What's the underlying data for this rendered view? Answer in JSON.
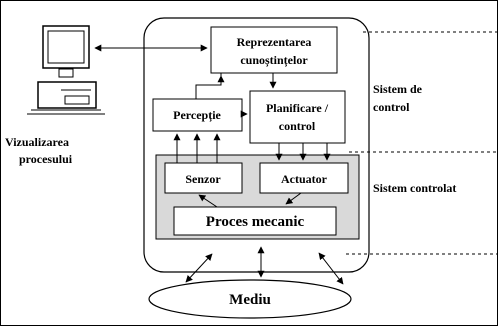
{
  "colors": {
    "stroke": "#000000",
    "controlled_region_fill": "#d9d9d9",
    "box_fill": "#ffffff",
    "background": "#ffffff"
  },
  "labels": {
    "knowledge_line1": "Reprezentarea",
    "knowledge_line2": "cunoștințelor",
    "perception": "Percepție",
    "planning_line1": "Planificare /",
    "planning_line2": "control",
    "sensor": "Senzor",
    "actuator": "Actuator",
    "mechanical_process": "Proces mecanic",
    "environment": "Mediu",
    "control_system_line1": "Sistem de",
    "control_system_line2": "control",
    "controlled_system": "Sistem controlat",
    "visualization_line1": "Vizualizarea",
    "visualization_line2": "procesului"
  },
  "icons": {
    "computer": "computer-icon"
  }
}
